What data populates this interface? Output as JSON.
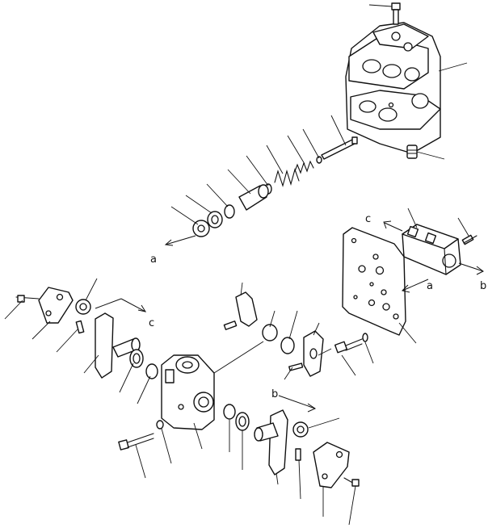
{
  "labels": {
    "a_top": "a",
    "a_right": "a",
    "b_right": "b",
    "b_bottom": "b",
    "c_top": "c",
    "c_left": "c"
  }
}
